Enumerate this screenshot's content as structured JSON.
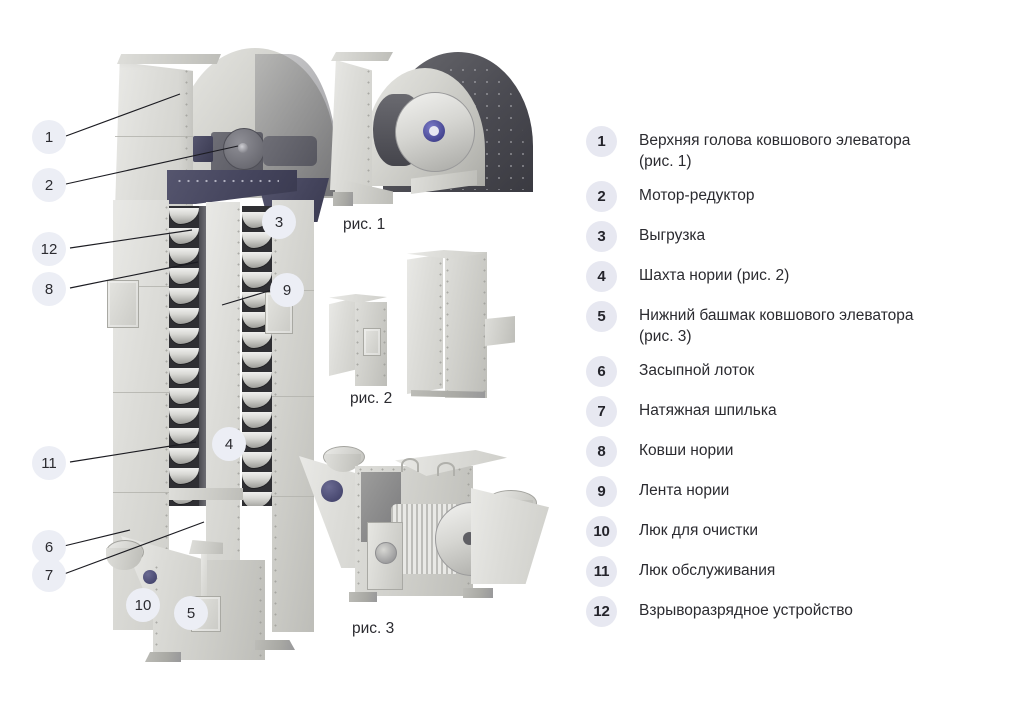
{
  "legend": {
    "items": [
      {
        "num": "1",
        "label": "Верхняя голова ковшового элеватора (рис. 1)"
      },
      {
        "num": "2",
        "label": "Мотор-редуктор"
      },
      {
        "num": "3",
        "label": "Выгрузка"
      },
      {
        "num": "4",
        "label": "Шахта нории (рис. 2)"
      },
      {
        "num": "5",
        "label": "Нижний башмак ковшового элеватора (рис. 3)"
      },
      {
        "num": "6",
        "label": "Засыпной лоток"
      },
      {
        "num": "7",
        "label": "Натяжная шпилька"
      },
      {
        "num": "8",
        "label": "Ковши нории"
      },
      {
        "num": "9",
        "label": "Лента нории"
      },
      {
        "num": "10",
        "label": "Люк для очистки"
      },
      {
        "num": "11",
        "label": "Люк обслуживания"
      },
      {
        "num": "12",
        "label": "Взрыворазрядное устройство"
      }
    ]
  },
  "markers": [
    {
      "num": "1"
    },
    {
      "num": "2"
    },
    {
      "num": "12"
    },
    {
      "num": "8"
    },
    {
      "num": "3"
    },
    {
      "num": "9"
    },
    {
      "num": "11"
    },
    {
      "num": "4"
    },
    {
      "num": "6"
    },
    {
      "num": "7"
    },
    {
      "num": "10"
    },
    {
      "num": "5"
    }
  ],
  "captions": {
    "fig1": "рис. 1",
    "fig2": "рис. 2",
    "fig3": "рис. 3"
  },
  "colors": {
    "badge_bg": "#e7e8f1",
    "marker_bg": "#eceef5",
    "text": "#2b2b30",
    "leader": "#1c1c22",
    "accent_navy": "#44445c",
    "metal_light": "#e2e2de",
    "metal_dark": "#a9a9a4",
    "background": "#ffffff"
  }
}
